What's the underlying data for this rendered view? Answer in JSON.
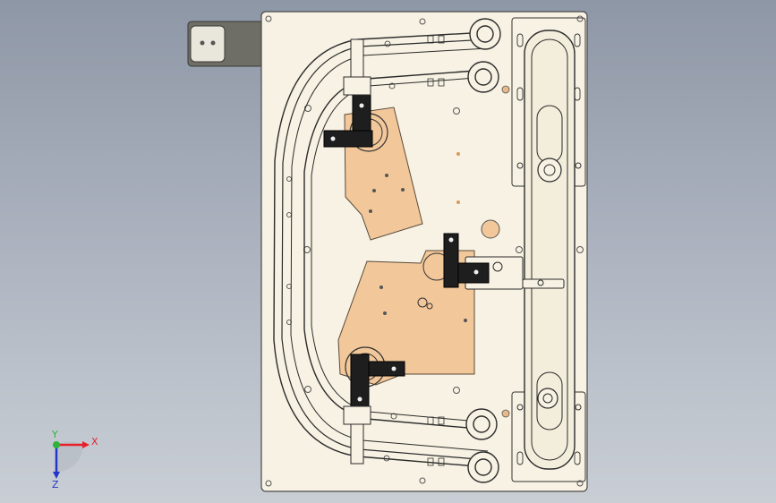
{
  "triad": {
    "x_label": "X",
    "y_label": "Y",
    "z_label": "Z",
    "x_color": "#e8202a",
    "y_color": "#2fb33a",
    "z_color": "#2535c8"
  },
  "colors": {
    "background_top": "#8e97a6",
    "background_bottom": "#c9ced5",
    "plate": "#f7f2e3",
    "plate_edge": "#4a4a4a",
    "copper": "#f2c79a",
    "bracket_dark": "#1e1e1e",
    "tab_gray": "#6e6e66"
  },
  "icons": [
    "part-plate",
    "mounting-tab",
    "rail-track",
    "copper-plate-upper",
    "copper-plate-lower",
    "clamp-bracket",
    "coordinate-triad"
  ]
}
